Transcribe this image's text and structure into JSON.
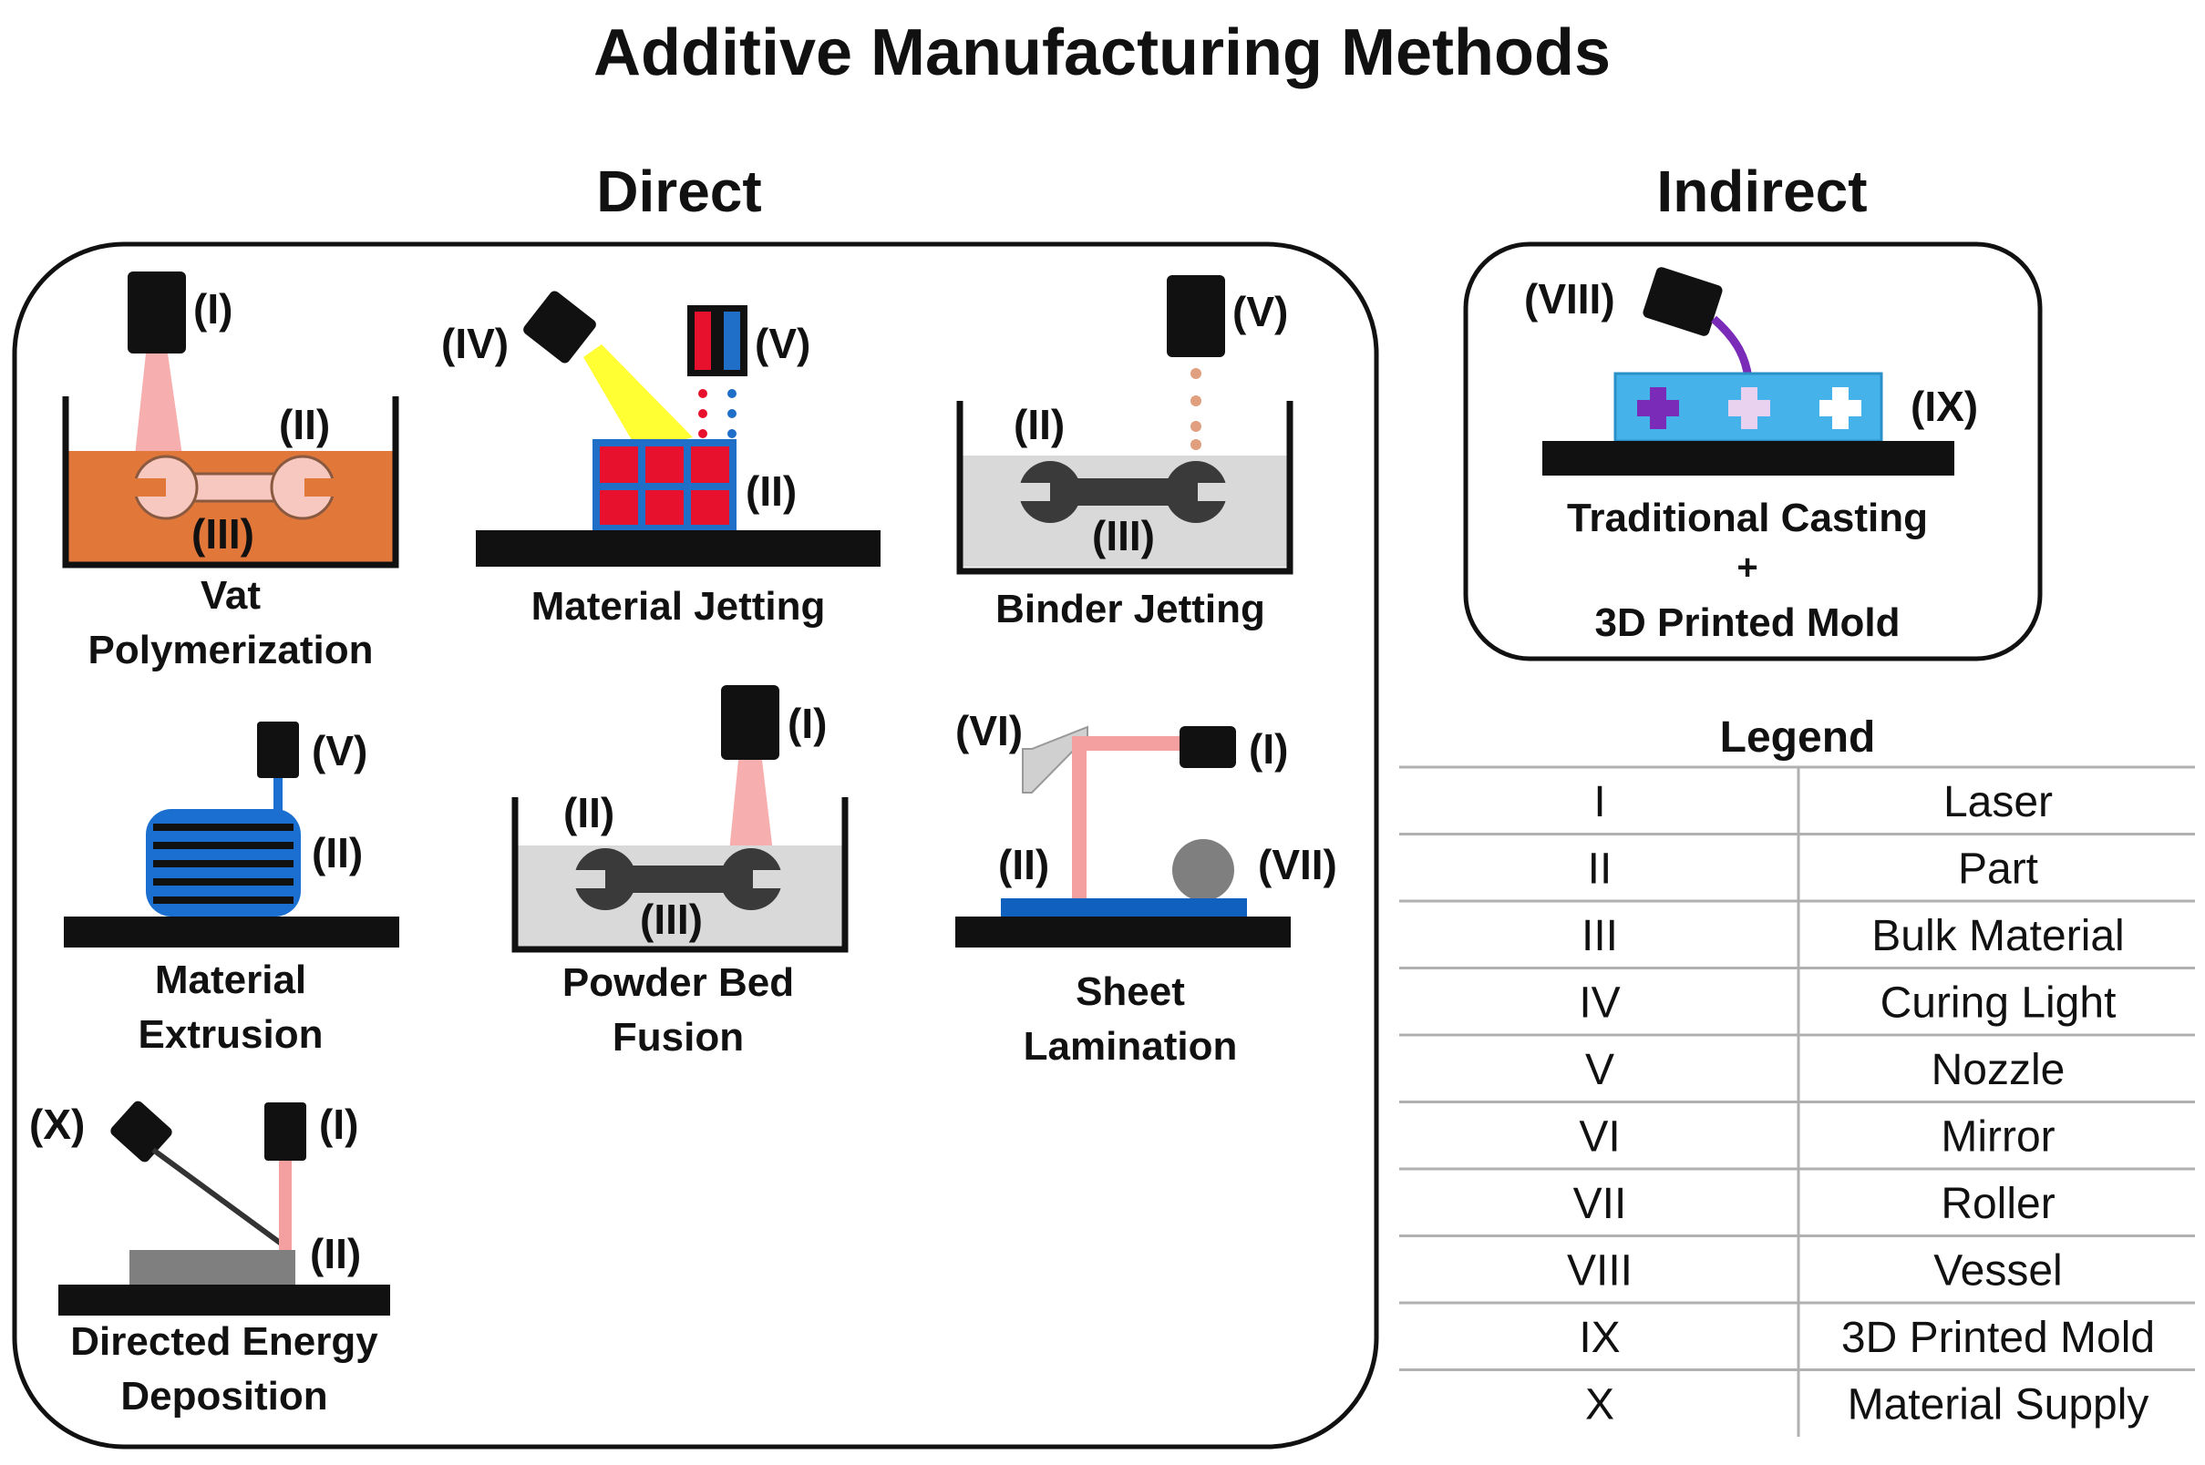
{
  "title": "Additive Manufacturing Methods",
  "direct": {
    "heading": "Direct",
    "panels": {
      "vat": {
        "caption": [
          "Vat",
          "Polymerization"
        ],
        "labels": [
          "(I)",
          "(II)",
          "(III)"
        ]
      },
      "jetting": {
        "caption": [
          "Material Jetting"
        ],
        "labels": [
          "(IV)",
          "(V)",
          "(II)"
        ]
      },
      "binder": {
        "caption": [
          "Binder Jetting"
        ],
        "labels": [
          "(V)",
          "(II)",
          "(III)"
        ]
      },
      "extrusion": {
        "caption": [
          "Material",
          "Extrusion"
        ],
        "labels": [
          "(V)",
          "(II)"
        ]
      },
      "powder": {
        "caption": [
          "Powder Bed",
          "Fusion"
        ],
        "labels": [
          "(I)",
          "(II)",
          "(III)"
        ]
      },
      "sheet": {
        "caption": [
          "Sheet",
          "Lamination"
        ],
        "labels": [
          "(VI)",
          "(I)",
          "(II)",
          "(VII)"
        ]
      },
      "ded": {
        "caption": [
          "Directed Energy",
          "Deposition"
        ],
        "labels": [
          "(X)",
          "(I)",
          "(II)"
        ]
      }
    }
  },
  "indirect": {
    "heading": "Indirect",
    "caption": [
      "Traditional Casting",
      "+",
      "3D Printed Mold"
    ],
    "labels": [
      "(VIII)",
      "(IX)"
    ]
  },
  "legend": {
    "title": "Legend",
    "rows": [
      {
        "code": "I",
        "name": "Laser"
      },
      {
        "code": "II",
        "name": "Part"
      },
      {
        "code": "III",
        "name": "Bulk Material"
      },
      {
        "code": "IV",
        "name": "Curing Light"
      },
      {
        "code": "V",
        "name": "Nozzle"
      },
      {
        "code": "VI",
        "name": "Mirror"
      },
      {
        "code": "VII",
        "name": "Roller"
      },
      {
        "code": "VIII",
        "name": "Vessel"
      },
      {
        "code": "IX",
        "name": "3D Printed Mold"
      },
      {
        "code": "X",
        "name": "Material Supply"
      }
    ]
  },
  "colors": {
    "ink": "#111111",
    "resin": "#e2773a",
    "part_pink": "#f7c8c0",
    "laser": "#f4a0a0",
    "powder": "#d9d9d9",
    "droplet": "#e0a080",
    "jet_red": "#e8112d",
    "jet_blue": "#1f6fc8",
    "curing_light": "#ffff33",
    "filament_blue": "#1a6fd0",
    "sheet_blue": "#1060c0",
    "mold": "#45b3ea",
    "cast_purple": "#7a2bb8",
    "gray_part": "#7f7f7f"
  }
}
